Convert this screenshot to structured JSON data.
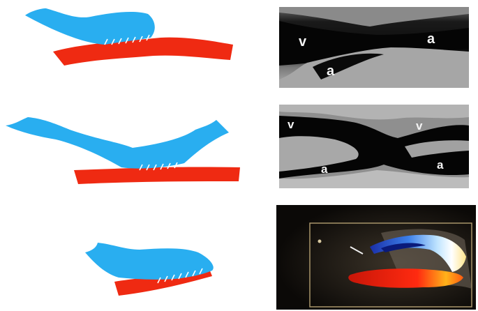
{
  "colors": {
    "vein": "#29aef0",
    "artery": "#ef2a12",
    "background": "#ffffff",
    "ultrasound_dark": "#050505"
  },
  "rows": [
    {
      "ultrasound_labels": {
        "vein": "v",
        "artery_1": "a",
        "artery_2": "a"
      }
    },
    {
      "ultrasound_labels": {
        "vein_1": "v",
        "vein_2": "v",
        "artery_1": "a",
        "artery_2": "a"
      }
    },
    {
      "doppler": true
    }
  ]
}
